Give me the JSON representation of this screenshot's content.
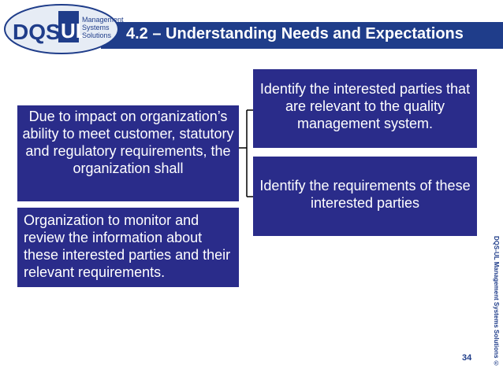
{
  "header": {
    "title": "4.2 – Understanding Needs and Expectations",
    "logo": {
      "brand_left": "DQS",
      "brand_right": "UL",
      "tagline_lines": [
        "Management",
        "Systems",
        "Solutions"
      ]
    }
  },
  "content": {
    "left_box": {
      "text": "Due to impact on organization’s ability to meet customer, statutory and regulatory requirements, the organization shall"
    },
    "bottom_box": {
      "text": "Organization to monitor and review the information about these interested parties and their relevant requirements."
    },
    "right_boxes": [
      {
        "text": "Identify the interested parties that are relevant to the quality management system."
      },
      {
        "text": "Identify the requirements of these interested parties"
      }
    ]
  },
  "footer": {
    "page_number": "34",
    "side_text": "DQS-UL Management Systems Solutions ©"
  },
  "colors": {
    "header_bar": "#1f3d8a",
    "box_fill": "#2a2c8a",
    "text_white": "#ffffff"
  }
}
